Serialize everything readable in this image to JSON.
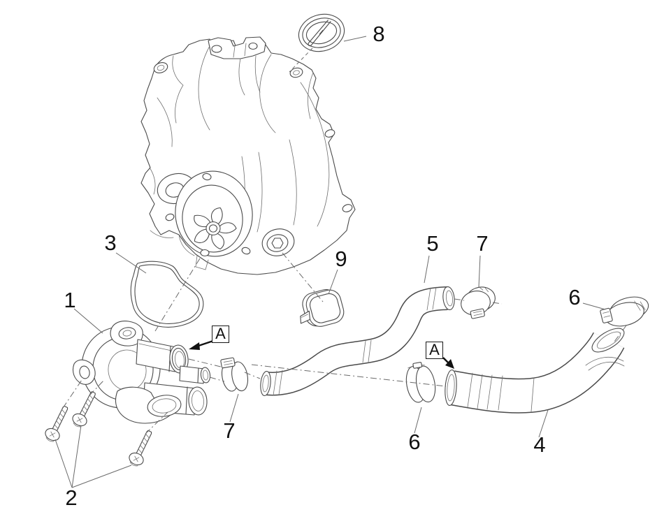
{
  "figure": {
    "kind": "exploded-parts-line-drawing",
    "subject": "engine water pump cover, gasket, coolant hoses and clamps",
    "colors": {
      "background": "#ffffff",
      "line": "#4a4a4a",
      "label": "#111111"
    }
  },
  "callouts": {
    "c1": {
      "text": "1"
    },
    "c2": {
      "text": "2"
    },
    "c3": {
      "text": "3"
    },
    "c4": {
      "text": "4"
    },
    "c5": {
      "text": "5"
    },
    "c6a": {
      "text": "6"
    },
    "c6b": {
      "text": "6"
    },
    "c7a": {
      "text": "7"
    },
    "c7b": {
      "text": "7"
    },
    "c8": {
      "text": "8"
    },
    "c9": {
      "text": "9"
    },
    "sectionLeft": {
      "text": "A"
    },
    "sectionRight": {
      "text": "A"
    }
  }
}
